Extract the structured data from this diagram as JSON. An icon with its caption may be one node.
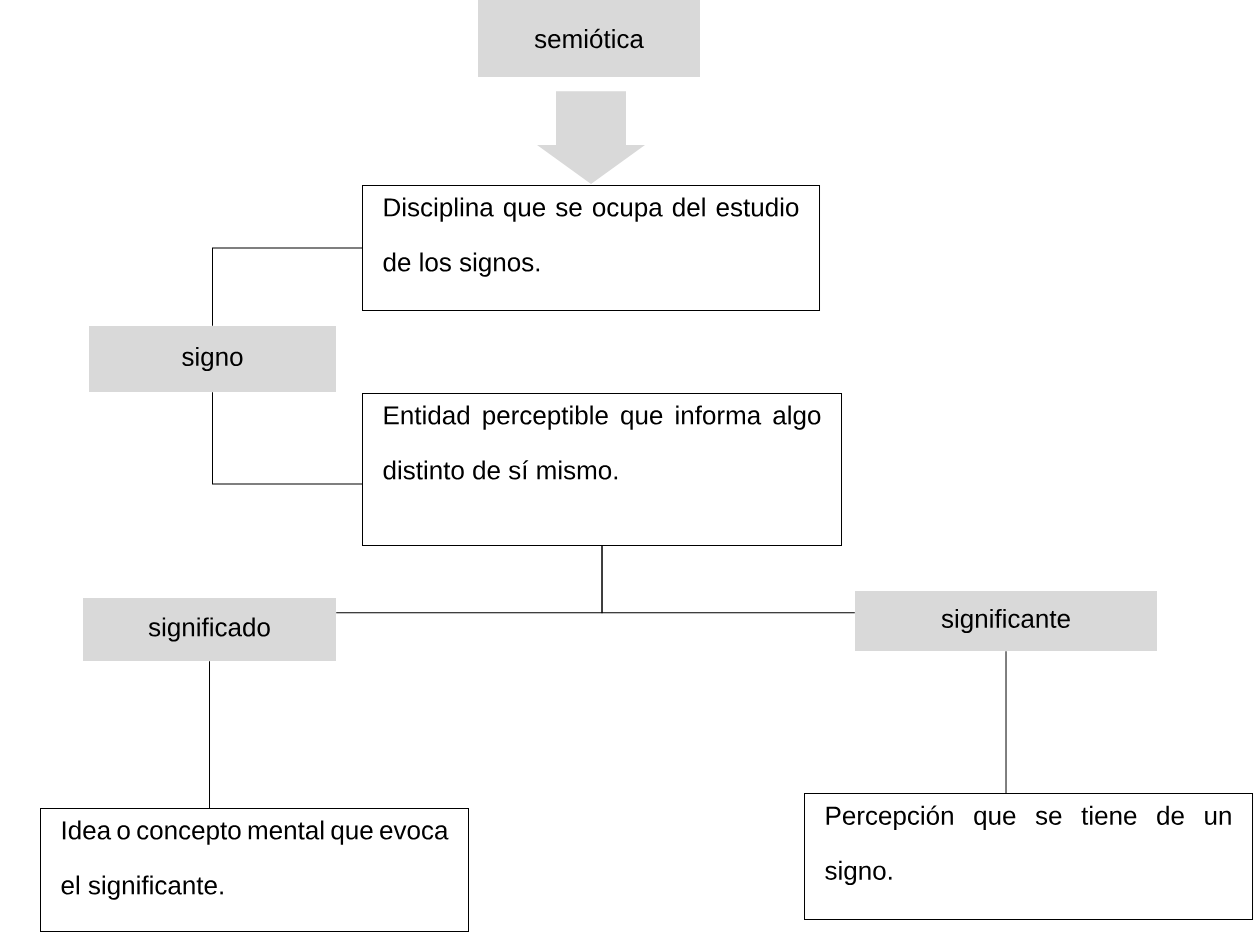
{
  "diagram": {
    "nodes": [
      {
        "text": [
          "semiótica"
        ]
      },
      {
        "text": [
          "Disciplina que se ocupa del estudio de los signos."
        ]
      },
      {
        "text": [
          "signo"
        ]
      },
      {
        "text": [
          "Entidad perceptible que informa algo distinto de sí mismo."
        ]
      },
      {
        "text": [
          "significado"
        ]
      },
      {
        "text": [
          "significante"
        ]
      },
      {
        "text": [
          "Idea o concepto mental que evoca el significante."
        ]
      },
      {
        "text": [
          "Percepción que se tiene de un signo."
        ]
      }
    ],
    "edges": [
      {
        "from": 0,
        "to": 1,
        "arrow": "to",
        "style": "thick",
        "color": "#d9d9d9"
      },
      {
        "from": 2,
        "to": 1,
        "arrow": "none"
      },
      {
        "from": 2,
        "to": 3,
        "arrow": "none"
      },
      {
        "from": 3,
        "to": 4,
        "arrow": "none"
      },
      {
        "from": 3,
        "to": 5,
        "arrow": "none"
      },
      {
        "from": 4,
        "to": 6,
        "arrow": "none"
      },
      {
        "from": 5,
        "to": 7,
        "arrow": "none"
      }
    ]
  }
}
